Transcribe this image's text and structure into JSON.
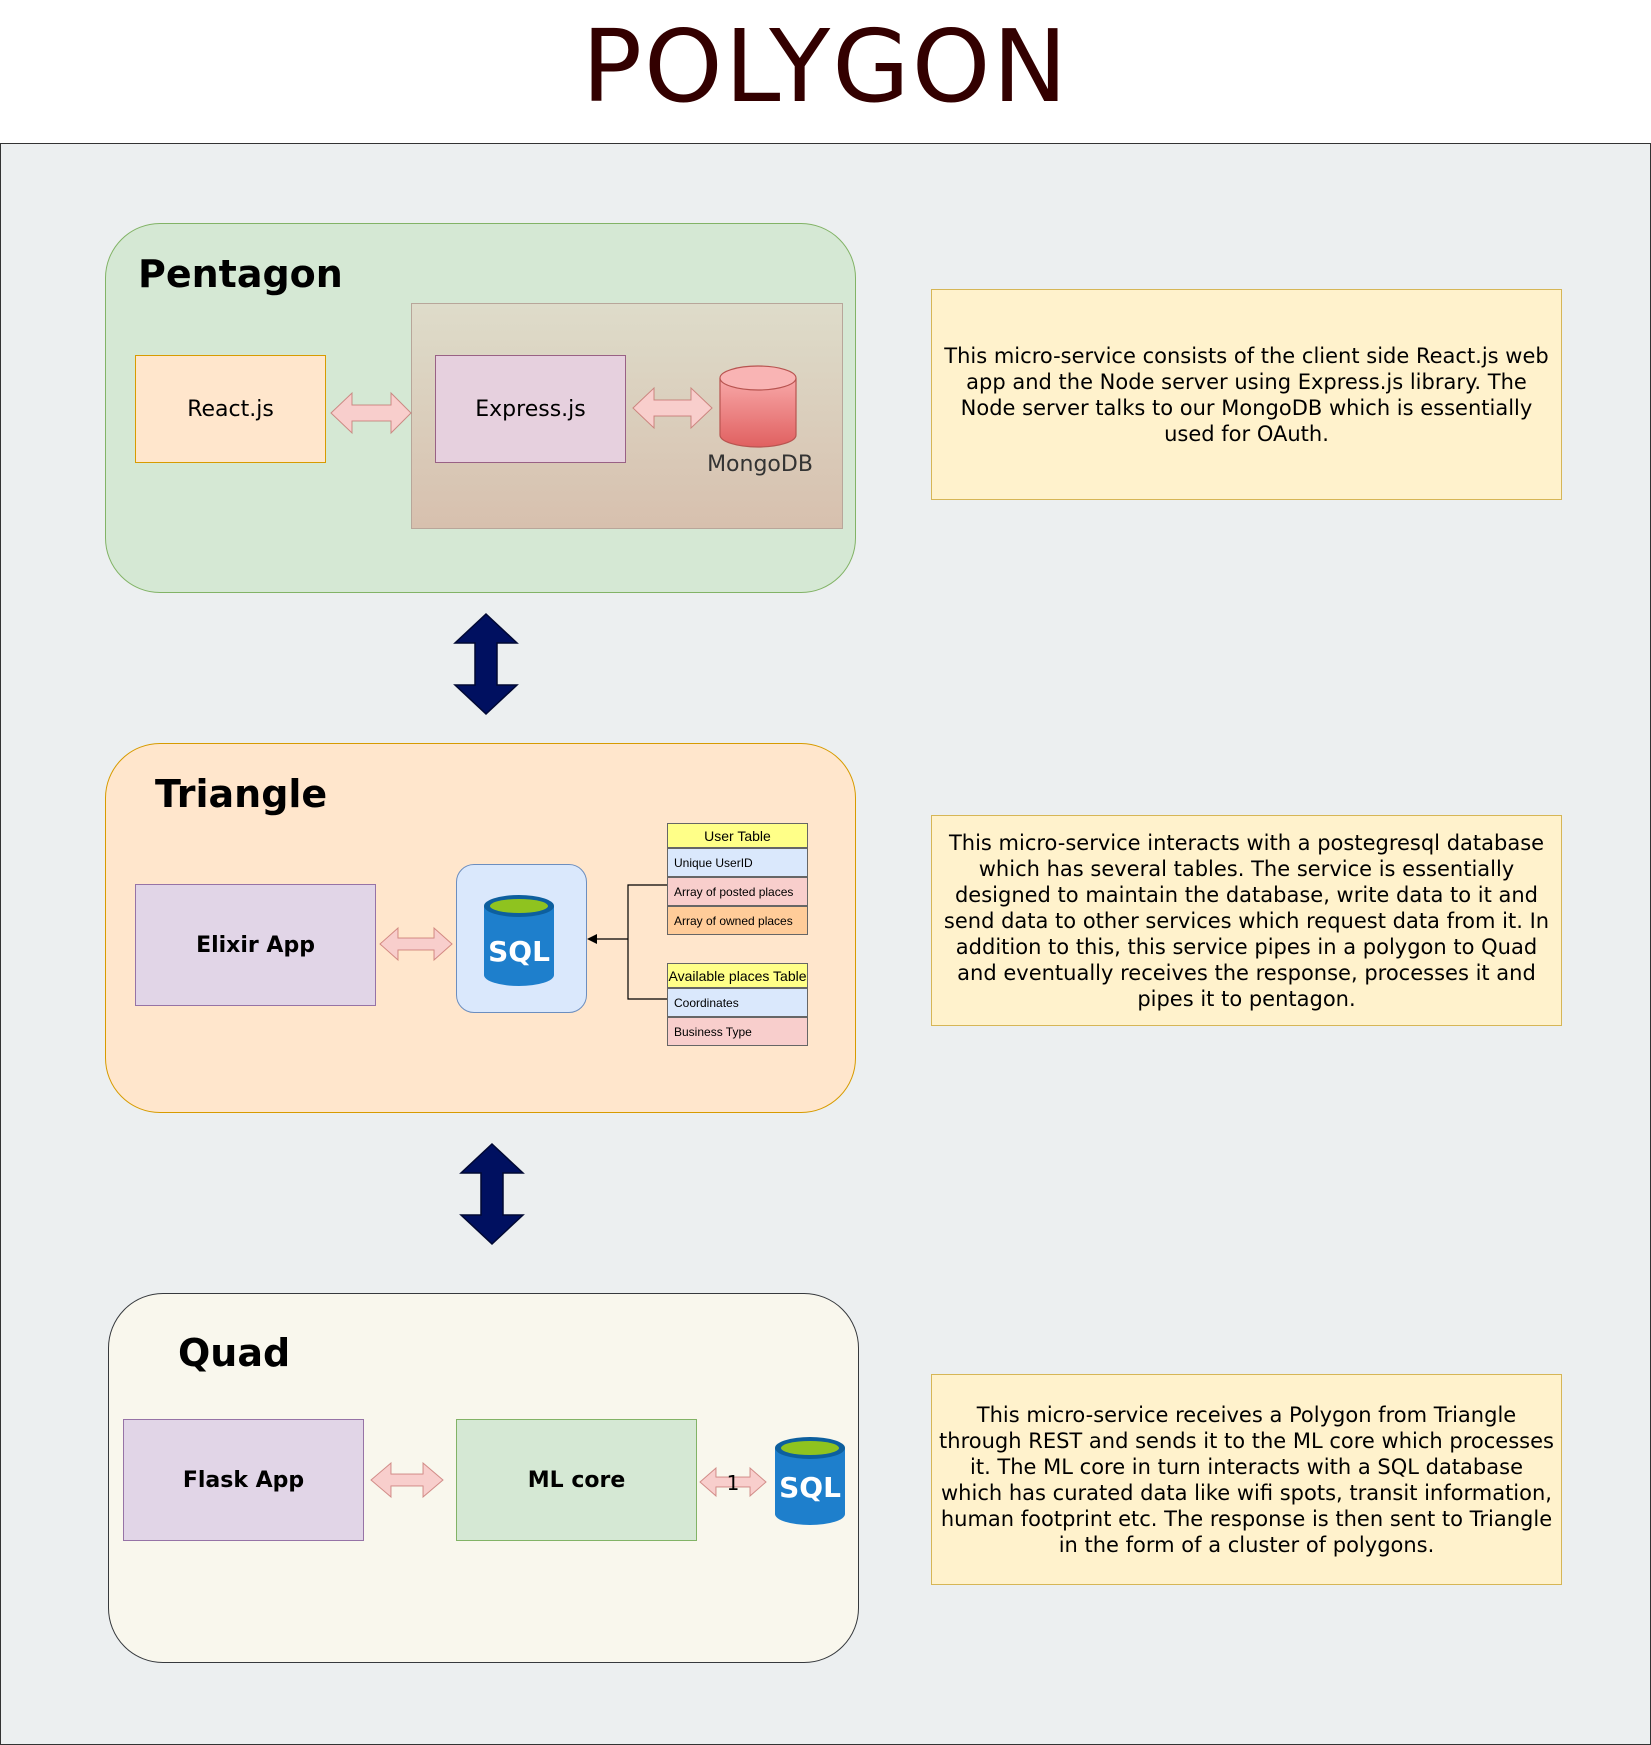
{
  "title": "POLYGON",
  "pentagon": {
    "title": "Pentagon",
    "react_label": "React.js",
    "express_label": "Express.js",
    "mongodb_label": "MongoDB",
    "note": "This micro-service consists of the client side React.js web app and the Node server using Express.js library. The Node server talks to our MongoDB which is essentially used for OAuth."
  },
  "triangle": {
    "title": "Triangle",
    "elixir_label": "Elixir App",
    "sql_label": "SQL",
    "user_table": {
      "header": "User Table",
      "rows": [
        "Unique UserID",
        "Array of posted places",
        "Array of owned places"
      ]
    },
    "places_table": {
      "header": "Available places Table",
      "rows": [
        "Coordinates",
        "Business Type"
      ]
    },
    "note": "This micro-service interacts with a postegresql database which has several tables. The service is essentially designed to maintain the database, write data to it and send data to other services which request data from it. In addition to this, this service pipes in a polygon to Quad and eventually receives the response, processes it and pipes it to pentagon."
  },
  "quad": {
    "title": "Quad",
    "flask_label": "Flask App",
    "ml_label": "ML core",
    "edge_label": "1",
    "sql_label": "SQL",
    "note": "This micro-service receives a Polygon from Triangle through REST and sends it to the ML core which processes it. The ML core in turn interacts with a SQL database which has curated data like wifi spots, transit information, human footprint etc. The response is then sent to Triangle in the form of a cluster of polygons."
  },
  "colors": {
    "title": "#330000",
    "canvas": "#eceff0",
    "pentagon_fill": "#d5e8d4",
    "triangle_fill": "#ffe6cc",
    "quad_fill": "#f9f7ed",
    "note_fill": "#fff2cc",
    "big_arrow": "#001060",
    "small_arrow": "#f8cecc"
  }
}
